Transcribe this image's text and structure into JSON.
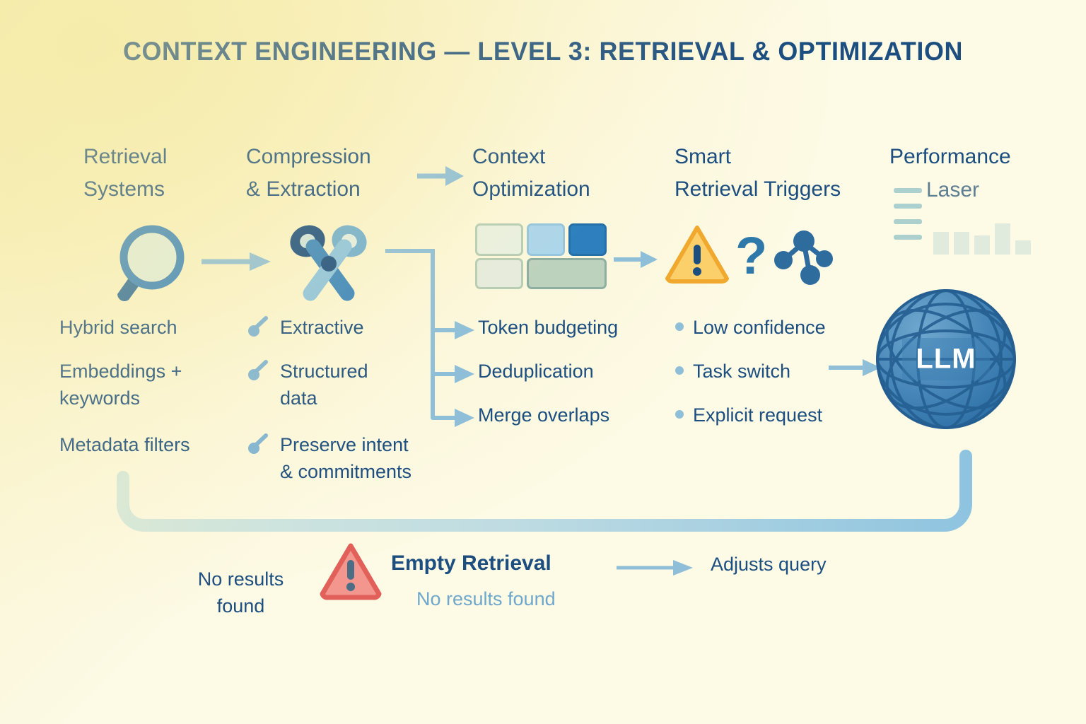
{
  "title": "CONTEXT ENGINEERING — LEVEL 3: RETRIEVAL & OPTIMIZATION",
  "colors": {
    "background_top_left": "#F7EEB4",
    "background_bottom_right": "#FDFAE6",
    "primary_text": "#1C4E80",
    "arrow_blue": "#8FBFD8",
    "accent_light_blue": "#6FA8CD",
    "warning_amber": "#F7C144",
    "warning_red_fill": "#F2968E",
    "warning_red_border": "#E2605A",
    "globe_blue": "#3C7FB1",
    "teal_dash": "#8CBFC3",
    "block_pale_green": "#E4EEDC",
    "block_light_blue": "#ADD6EA",
    "block_dark_blue": "#2E7FBE",
    "block_sage": "#BCD0B9"
  },
  "columns": [
    {
      "id": "retrieval-systems",
      "header": "Retrieval\nSystems",
      "icon": "magnifier-icon",
      "bullet_style": "none",
      "items": [
        "Hybrid search",
        "Embeddings +\nkeywords",
        "Metadata filters"
      ]
    },
    {
      "id": "compression-extraction",
      "header": "Compression\n& Extraction",
      "icon": "scissors-icon",
      "bullet_style": "check",
      "items": [
        "Extractive",
        "Structured\ndata",
        "Preserve intent\n& commitments"
      ]
    },
    {
      "id": "context-optimization",
      "header": "Context\nOptimization",
      "icon": "blocks-icon",
      "bullet_style": "arrow",
      "items": [
        "Token budgeting",
        "Deduplication",
        "Merge overlaps"
      ]
    },
    {
      "id": "smart-retrieval-triggers",
      "header": "Smart\nRetrieval Triggers",
      "icon": "warning-triangle-icon",
      "bullet_style": "dot",
      "items": [
        "Low confidence",
        "Task switch",
        "Explicit request"
      ]
    },
    {
      "id": "performance",
      "header": "Performance",
      "icon": "bar-chart-icon",
      "bullet_style": "none",
      "items": [],
      "laser_label": "Laser"
    }
  ],
  "performance_chart": {
    "type": "bar",
    "values": [
      26,
      26,
      22,
      36,
      16
    ],
    "dash_count": 4
  },
  "llm_node": {
    "label": "LLM"
  },
  "bottom": {
    "no_results_left": "No results\nfound",
    "empty_retrieval_title": "Empty Retrieval",
    "empty_retrieval_sub": "No results found",
    "adjusts_query": "Adjusts query"
  }
}
